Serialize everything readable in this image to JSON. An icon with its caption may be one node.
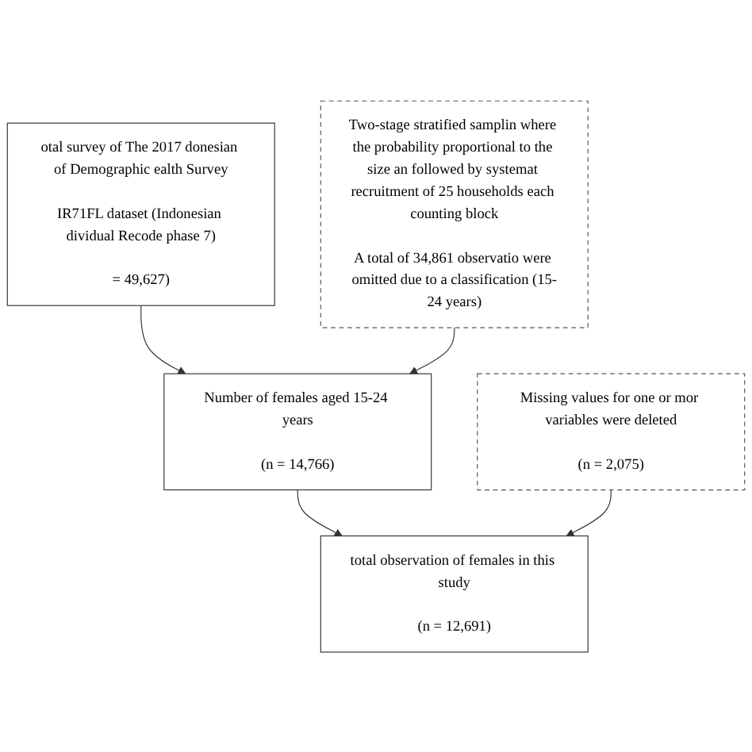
{
  "diagram": {
    "nodes": [
      {
        "text": [
          "otal survey of The 2017 donesian of Demographic ealth Survey",
          "IR71FL dataset (Indonesian dividual Recode phase 7)",
          "= 49,627)"
        ]
      },
      {
        "text": [
          "Two-stage stratified samplin where the probability proportional to the size an followed by systemat recruitment of 25 households each counting block",
          "A total of 34,861 observatio were omitted due to a classification (15-24 years)"
        ]
      },
      {
        "text": [
          "Number of females aged 15-24 years",
          "(n = 14,766)"
        ]
      },
      {
        "text": [
          "Missing values for one or mor variables were deleted",
          "(n = 2,075)"
        ]
      },
      {
        "text": [
          "total observation of females in this study",
          "(n = 12,691)"
        ]
      }
    ],
    "edges": [
      {
        "from": 0,
        "to": 2,
        "arrow": "to"
      },
      {
        "from": 1,
        "to": 2,
        "arrow": "to"
      },
      {
        "from": 2,
        "to": 4,
        "arrow": "to"
      },
      {
        "from": 3,
        "to": 4,
        "arrow": "to"
      }
    ]
  }
}
